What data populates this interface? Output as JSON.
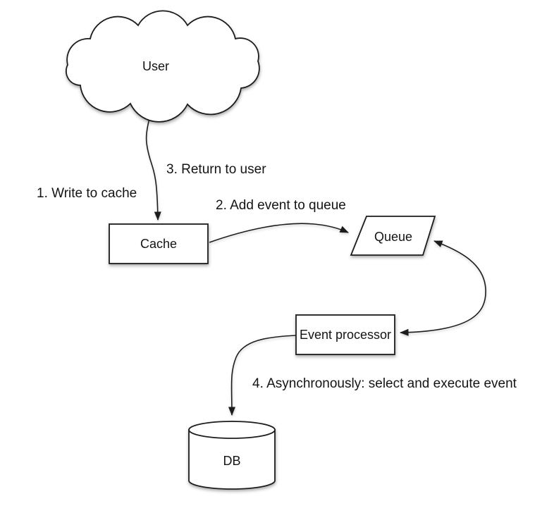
{
  "diagram": {
    "colors": {
      "background": "#ffffff",
      "stroke": "#1c1c1c",
      "text": "#141414"
    },
    "nodes": {
      "user": {
        "label": "User",
        "shape": "cloud"
      },
      "cache": {
        "label": "Cache",
        "shape": "rectangle"
      },
      "queue": {
        "label": "Queue",
        "shape": "parallelogram"
      },
      "event_processor": {
        "label": "Event processor",
        "shape": "rectangle"
      },
      "db": {
        "label": "DB",
        "shape": "cylinder"
      }
    },
    "steps": {
      "step1": "1. Write to cache",
      "step2": "2. Add event to queue",
      "step3": "3. Return to user",
      "step4": "4. Asynchronously: select and execute event"
    }
  }
}
